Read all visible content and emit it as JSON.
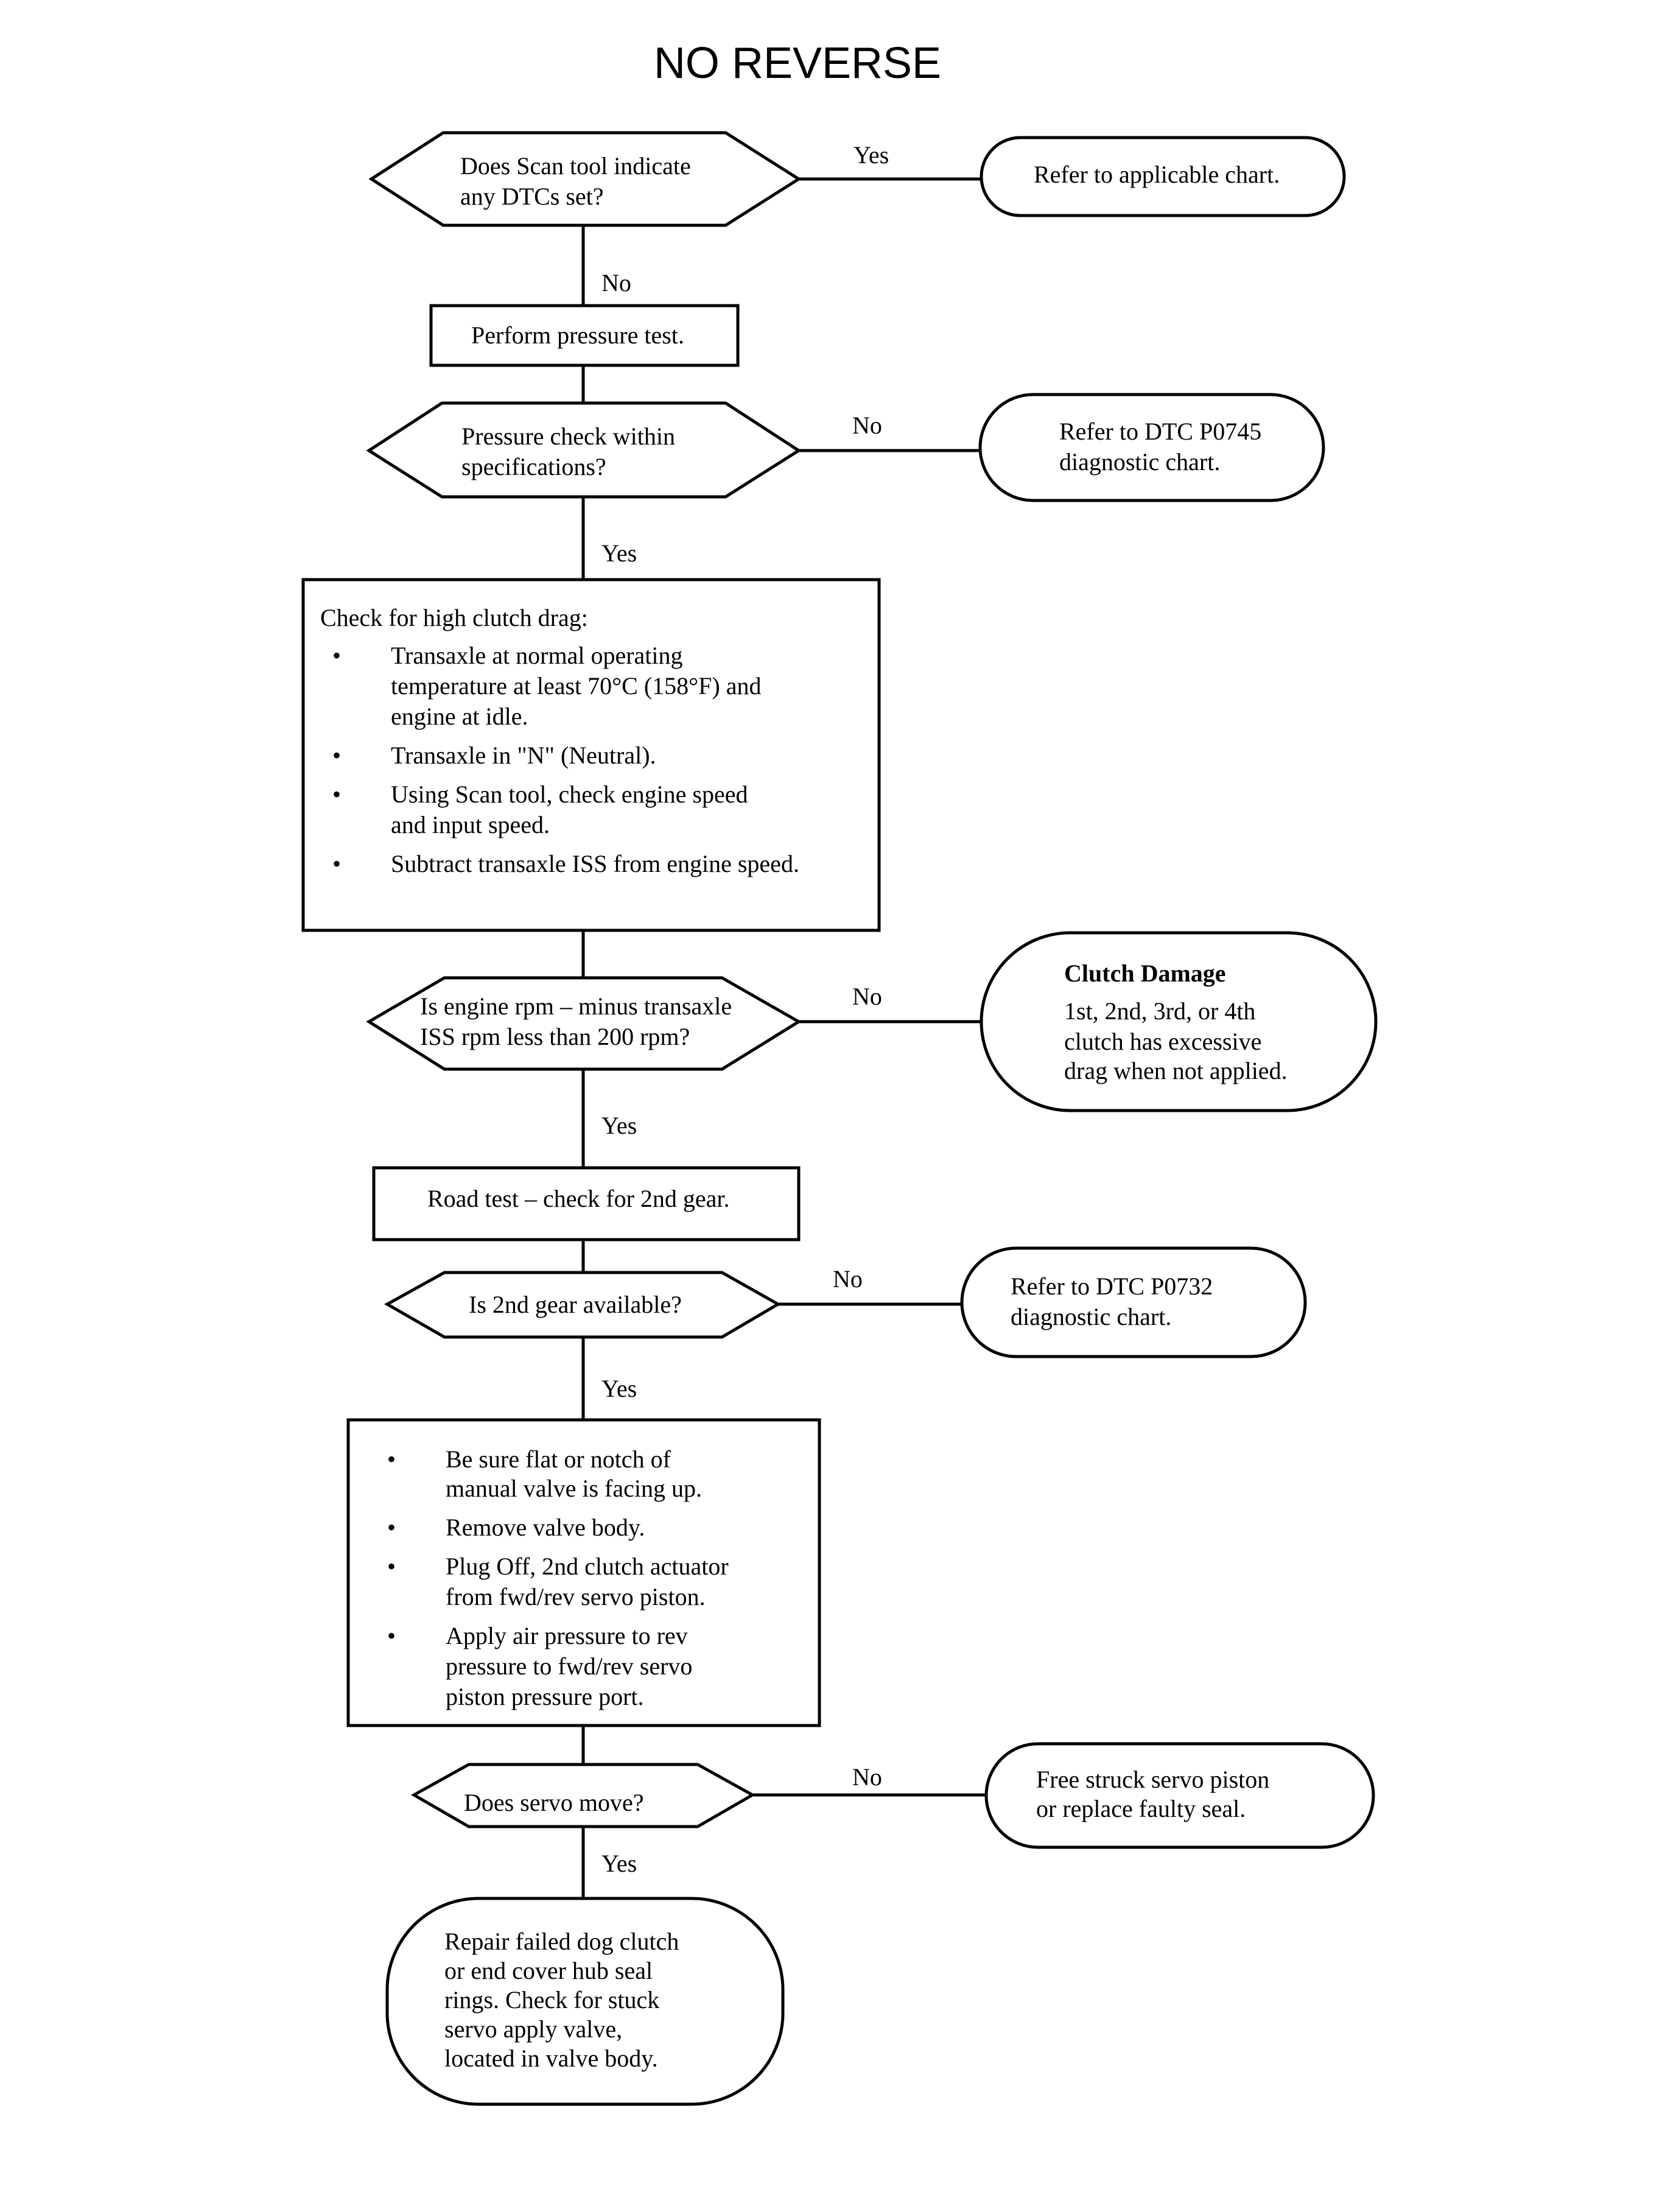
{
  "title": "NO REVERSE",
  "nodes": {
    "q_dtc": [
      "Does Scan tool indicate",
      "any DTCs set?"
    ],
    "r_applicable": [
      "Refer to applicable chart."
    ],
    "b_pressure_test": [
      "Perform pressure test."
    ],
    "q_pressure": [
      "Pressure check within",
      "specifications?"
    ],
    "r_p0745": [
      "Refer to DTC P0745",
      "diagnostic chart."
    ],
    "b_clutch_drag": {
      "heading": "Check for high clutch drag:",
      "bullets": [
        [
          "Transaxle at normal operating",
          "temperature at least 70°C (158°F) and",
          "engine at idle."
        ],
        [
          "Transaxle in \"N\" (Neutral)."
        ],
        [
          "Using Scan tool, check engine speed",
          "and input speed."
        ],
        [
          "Subtract transaxle ISS from engine speed."
        ]
      ]
    },
    "q_rpm": [
      "Is engine rpm – minus transaxle",
      "ISS rpm less than 200 rpm?"
    ],
    "r_clutch_damage": {
      "heading": "Clutch Damage",
      "lines": [
        "1st, 2nd, 3rd, or 4th",
        "clutch has excessive",
        "drag when not applied."
      ]
    },
    "b_road_test": [
      "Road test – check for 2nd gear."
    ],
    "q_2nd_gear": [
      "Is 2nd gear available?"
    ],
    "r_p0732": [
      "Refer to DTC P0732",
      "diagnostic chart."
    ],
    "b_valve_body": {
      "bullets": [
        [
          "Be sure flat or notch of",
          "manual valve is facing up."
        ],
        [
          "Remove valve body."
        ],
        [
          "Plug Off, 2nd clutch actuator",
          "from fwd/rev servo piston."
        ],
        [
          "Apply air pressure to rev",
          "pressure to fwd/rev servo",
          "piston pressure port."
        ]
      ]
    },
    "q_servo": [
      "Does servo move?"
    ],
    "r_free_servo": [
      "Free struck servo piston",
      "or replace faulty seal."
    ],
    "r_repair": [
      "Repair failed dog clutch",
      "or end cover hub seal",
      "rings. Check for stuck",
      "servo apply valve,",
      "located in valve body."
    ]
  },
  "edges": {
    "dtc_yes": "Yes",
    "dtc_no": "No",
    "pressure_no": "No",
    "pressure_yes": "Yes",
    "rpm_no": "No",
    "rpm_yes": "Yes",
    "gear_no": "No",
    "gear_yes": "Yes",
    "servo_no": "No",
    "servo_yes": "Yes"
  },
  "bullet_symbol": "•"
}
